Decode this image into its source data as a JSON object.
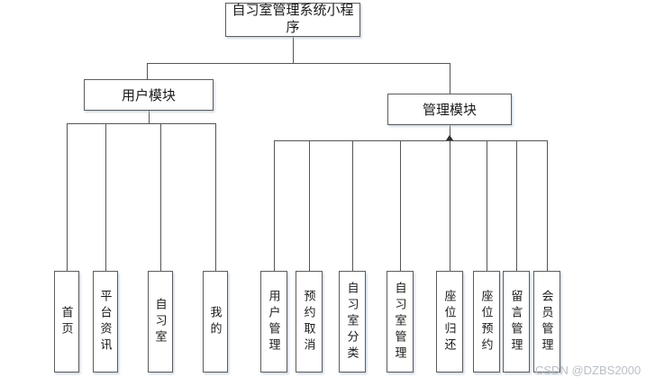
{
  "diagram": {
    "root_label": "自习室管理系统小程序",
    "modules": [
      {
        "label": "用户模块",
        "children": [
          "首页",
          "平台资讯",
          "自习室",
          "我的"
        ]
      },
      {
        "label": "管理模块",
        "children": [
          "用户管理",
          "预约取消",
          "自习室分类",
          "自习室管理",
          "座位归还",
          "座位预约",
          "留言管理",
          "会员管理"
        ]
      }
    ],
    "line_color": "#555555",
    "box_border_color": "#5c5c5c"
  },
  "watermark": {
    "text": "CSDN @DZBS2000",
    "color": "#b9bfc7"
  }
}
